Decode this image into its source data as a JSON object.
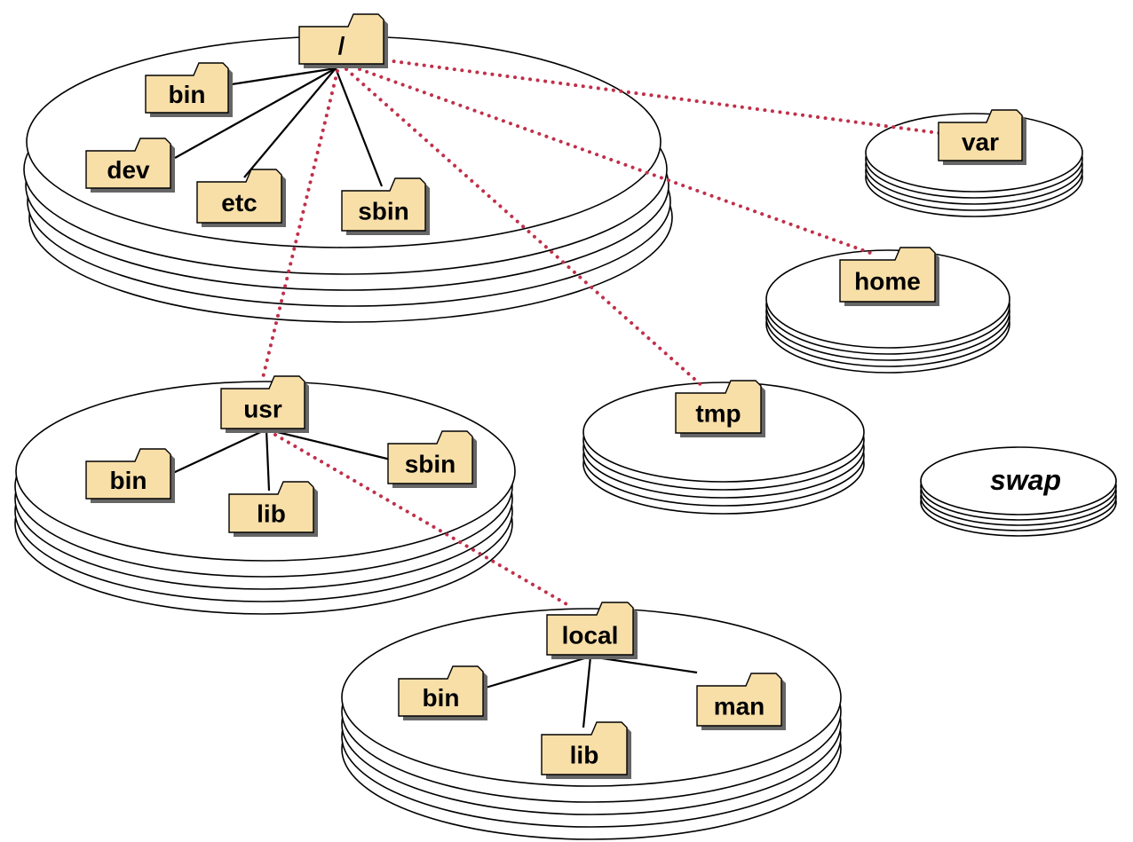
{
  "diagram": {
    "root": "/",
    "root_children": [
      "bin",
      "dev",
      "etc",
      "sbin"
    ],
    "mounts": [
      "var",
      "home",
      "tmp",
      "usr"
    ],
    "usr_children": [
      "bin",
      "lib",
      "sbin"
    ],
    "usr_mount": "local",
    "local_children": [
      "bin",
      "lib",
      "man"
    ],
    "swap": "swap"
  },
  "colors": {
    "folder": "#f8dfa8",
    "mount_link": "#c0304a"
  }
}
